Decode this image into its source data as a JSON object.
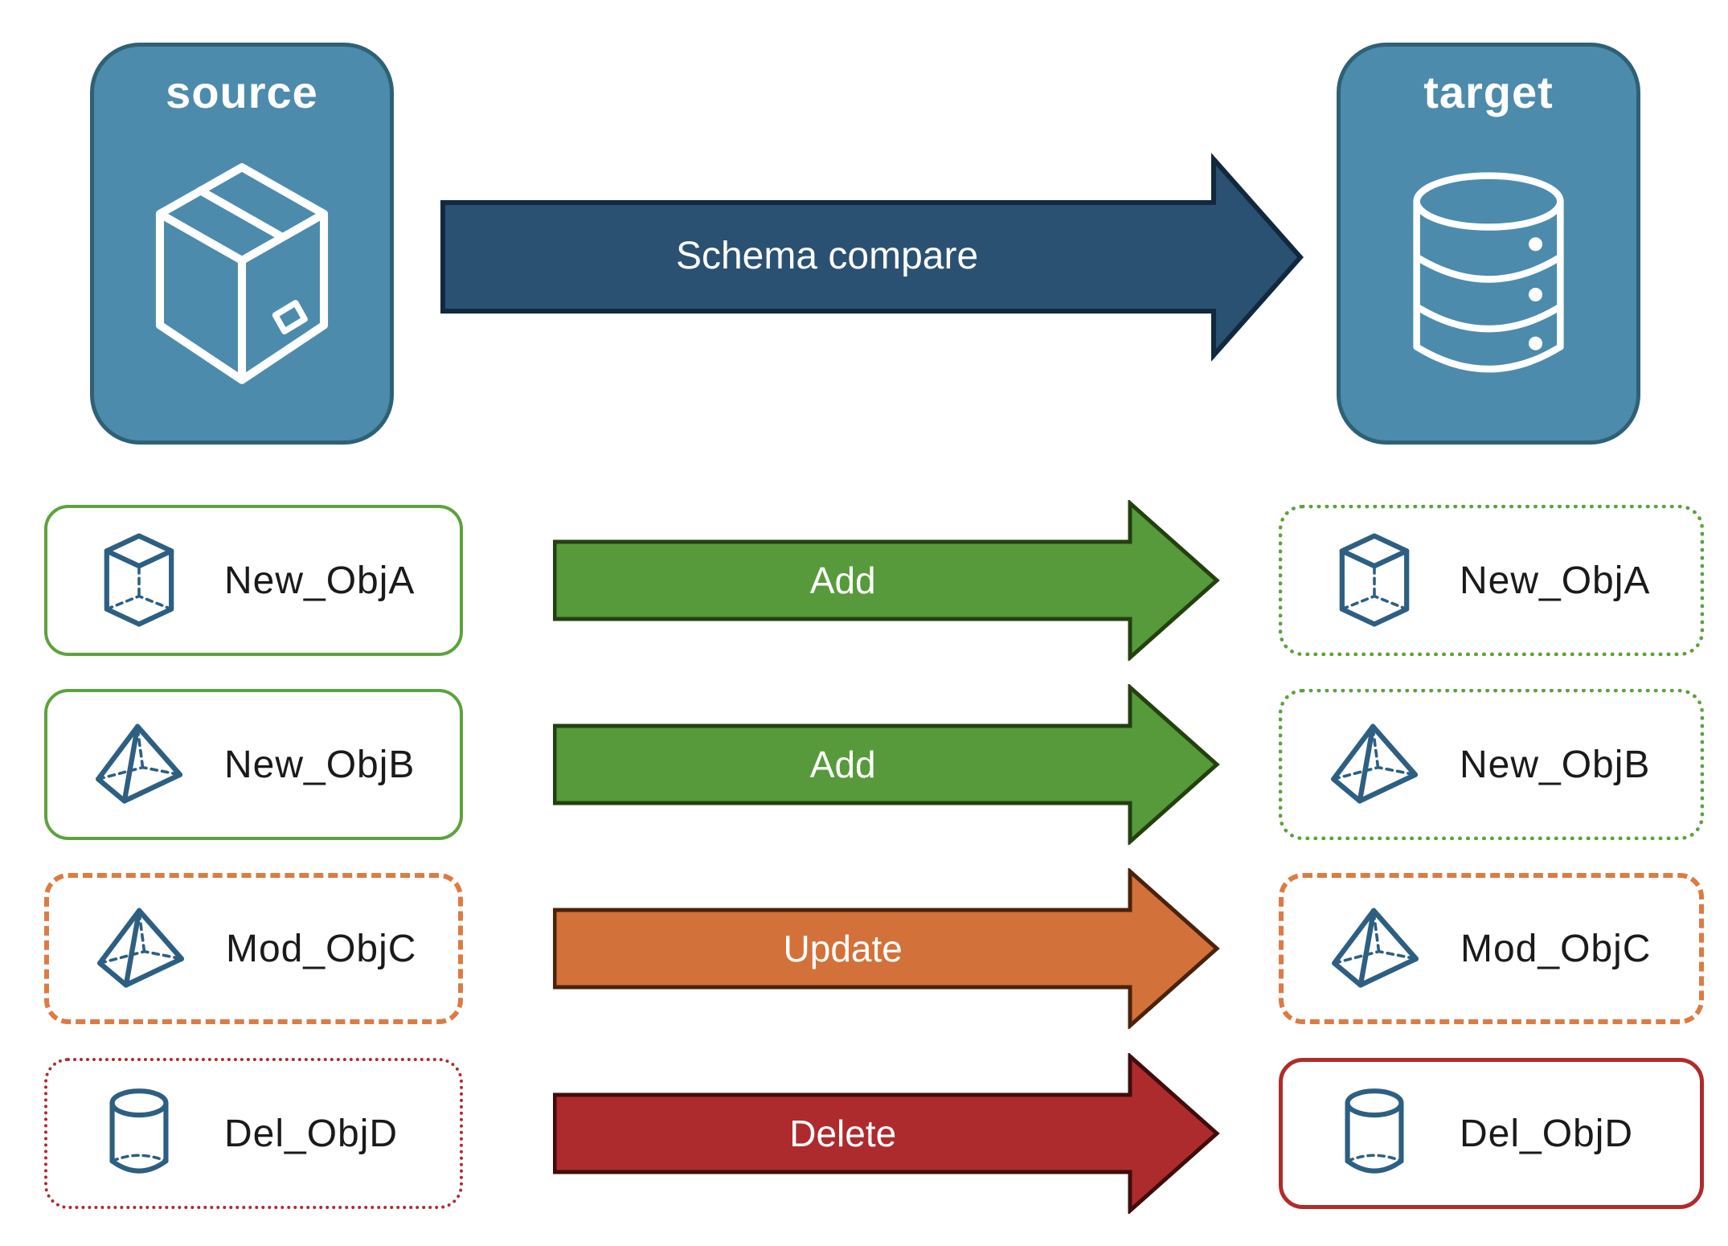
{
  "colors": {
    "panel_fill": "#4C8BAC",
    "panel_border": "#2F6175",
    "schema_arrow_fill": "#2A5172",
    "schema_arrow_border": "#12283E",
    "add_fill": "#569A3B",
    "add_border": "#24400F",
    "update_fill": "#D3713A",
    "update_border": "#49230B",
    "delete_fill": "#AD2B2D",
    "delete_border": "#3F0D0D",
    "new_border": "#5CA23E",
    "mod_border": "#DD7B42",
    "del_border": "#B02B2B",
    "icon_stroke": "#2D5F82",
    "label_text": "#1A1A1A"
  },
  "source_panel": {
    "title": "source",
    "icon": "package-box-icon"
  },
  "target_panel": {
    "title": "target",
    "icon": "database-icon"
  },
  "schema_arrow": {
    "label": "Schema compare"
  },
  "rows": [
    {
      "name": "New_ObjA",
      "icon": "cube-3d-icon",
      "action": "Add",
      "action_type": "add",
      "source_box_style": "solid-new",
      "target_box_style": "dotted-new"
    },
    {
      "name": "New_ObjB",
      "icon": "pyramid-3d-icon",
      "action": "Add",
      "action_type": "add",
      "source_box_style": "solid-new",
      "target_box_style": "dotted-new"
    },
    {
      "name": "Mod_ObjC",
      "icon": "pyramid-3d-icon",
      "action": "Update",
      "action_type": "update",
      "source_box_style": "dashed-mod",
      "target_box_style": "dashed-mod"
    },
    {
      "name": "Del_ObjD",
      "icon": "cylinder-3d-icon",
      "action": "Delete",
      "action_type": "delete",
      "source_box_style": "dotted-del",
      "target_box_style": "solid-del"
    }
  ]
}
